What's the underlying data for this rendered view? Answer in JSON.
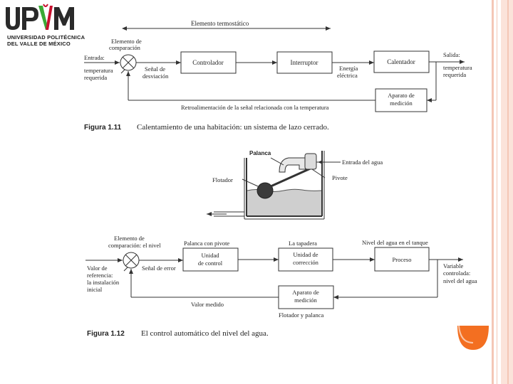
{
  "logo": {
    "mark": "UPVM",
    "line1": "UNIVERSIDAD POLITÉCNICA",
    "line2": "DEL VALLE DE MÉXICO",
    "colors": {
      "green": "#3aa935",
      "red": "#c8102e",
      "dark": "#2a2a2a"
    }
  },
  "theme": {
    "stripe": "#f4c7b6",
    "accent": "#f36f21"
  },
  "fig11": {
    "top_label": "Elemento termostático",
    "comparator_label_1": "Elemento de",
    "comparator_label_2": "comparación",
    "input_1": "Entrada:",
    "input_2": "temperatura",
    "input_3": "requerida",
    "deviation_1": "Señal de",
    "deviation_2": "desviación",
    "block_controller": "Controlador",
    "block_switch": "Interruptor",
    "energy_1": "Energía",
    "energy_2": "eléctrica",
    "block_heater": "Calentador",
    "output_1": "Salida:",
    "output_2": "temperatura",
    "output_3": "requerida",
    "measure_1": "Aparato de",
    "measure_2": "medición",
    "feedback": "Retroalimentación de la señal relacionada con la temperatura",
    "caption_num": "Figura 1.11",
    "caption_text": "Calentamiento de una habitación: un sistema de lazo cerrado."
  },
  "tank": {
    "lever": "Palanca",
    "water_in": "Entrada del agua",
    "float": "Flotador",
    "pivot": "Pivote"
  },
  "fig12": {
    "comparator_1": "Elemento de",
    "comparator_2": "comparación: el nivel",
    "lever_pivot": "Palanca con pivote",
    "lid": "La tapadera",
    "water_level": "Nivel del agua en el tanque",
    "ref_1": "Valor de",
    "ref_2": "referencia:",
    "ref_3": "la instalación",
    "ref_4": "inicial",
    "error": "Señal de error",
    "control_1": "Unidad",
    "control_2": "de control",
    "correction_1": "Unidad de",
    "correction_2": "corrección",
    "process": "Proceso",
    "var_1": "Variable",
    "var_2": "controlada:",
    "var_3": "nivel del agua",
    "measure_1": "Aparato de",
    "measure_2": "medición",
    "measured": "Valor medido",
    "float_lever": "Flotador y palanca",
    "caption_num": "Figura 1.12",
    "caption_text": "El control automático del nivel del agua."
  }
}
